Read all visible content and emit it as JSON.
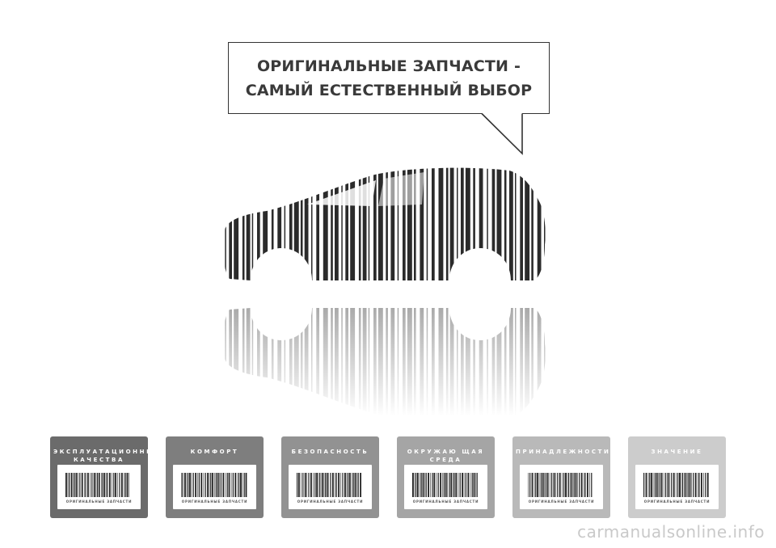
{
  "headline": {
    "line1": "ОРИГИНАЛЬНЫЕ ЗАПЧАСТИ -",
    "line2": "САМЫЙ ЕСТЕСТВЕННЫЙ ВЫБОР"
  },
  "illustration": {
    "subject": "car-barcode-silhouette-icon",
    "bar_color": "#2b2b2b"
  },
  "cards": [
    {
      "title": "ЭКСПЛУАТАЦИОННЫЕ КАЧЕСТВА",
      "caption": "ОРИГИНАЛЬНЫЕ ЗАПЧАСТИ",
      "color": "#6b6b6b"
    },
    {
      "title": "КОМФОРТ",
      "caption": "ОРИГИНАЛЬНЫЕ ЗАПЧАСТИ",
      "color": "#7e7e7e"
    },
    {
      "title": "БЕЗОПАСНОСТЬ",
      "caption": "ОРИГИНАЛЬНЫЕ ЗАПЧАСТИ",
      "color": "#929292"
    },
    {
      "title": "ОКРУЖАЮ ЩАЯ СРЕДА",
      "caption": "ОРИГИНАЛЬНЫЕ ЗАПЧАСТИ",
      "color": "#a5a5a5"
    },
    {
      "title": "ПРИНАДЛЕЖНОСТИ",
      "caption": "ОРИГИНАЛЬНЫЕ ЗАПЧАСТИ",
      "color": "#b9b9b9"
    },
    {
      "title": "ЗНАЧЕНИЕ",
      "caption": "ОРИГИНАЛЬНЫЕ ЗАПЧАСТИ",
      "color": "#cccccc"
    }
  ],
  "watermark": "carmanualsonline.info"
}
